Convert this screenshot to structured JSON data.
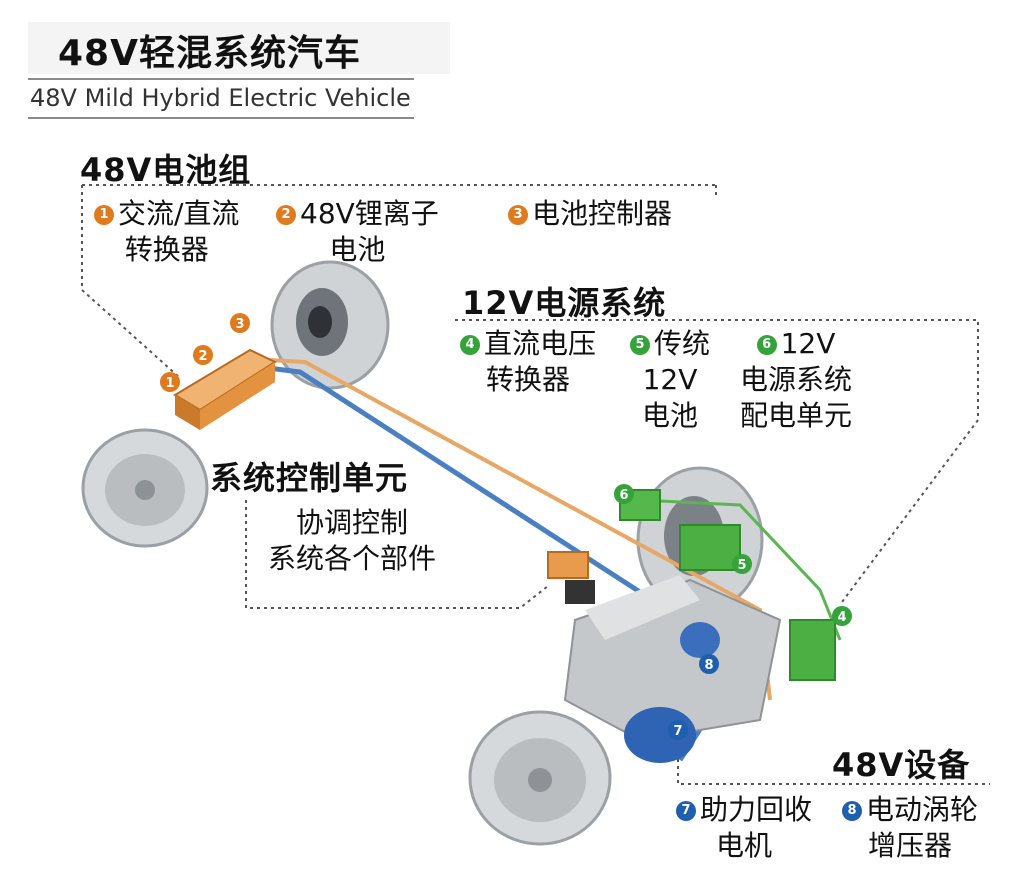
{
  "title": "48V轻混系统汽车",
  "subtitle": "48V Mild Hybrid Electric Vehicle",
  "battery_pack": {
    "heading": "48V电池组",
    "items": [
      {
        "num": "1",
        "lines": [
          "交流/直流",
          "转换器"
        ]
      },
      {
        "num": "2",
        "lines": [
          "48V锂离子",
          "电池"
        ]
      },
      {
        "num": "3",
        "lines": [
          "电池控制器"
        ]
      }
    ]
  },
  "power_system": {
    "heading": "12V电源系统",
    "items": [
      {
        "num": "4",
        "lines": [
          "直流电压",
          "转换器"
        ]
      },
      {
        "num": "5",
        "lines": [
          "传统",
          "12V",
          "电池"
        ]
      },
      {
        "num": "6",
        "lines": [
          "12V",
          "电源系统",
          "配电单元"
        ]
      }
    ]
  },
  "control_unit": {
    "heading": "系统控制单元",
    "lines": [
      "协调控制",
      "系统各个部件"
    ]
  },
  "equipment": {
    "heading": "48V设备",
    "items": [
      {
        "num": "7",
        "lines": [
          "助力回收",
          "电机"
        ]
      },
      {
        "num": "8",
        "lines": [
          "电动涡轮",
          "增压器"
        ]
      }
    ]
  },
  "colors": {
    "orange": "#e07a1e",
    "green": "#33a33a",
    "blue": "#1f5fae",
    "cable_orange": "#e8a765",
    "cable_blue": "#4a7fc1"
  }
}
